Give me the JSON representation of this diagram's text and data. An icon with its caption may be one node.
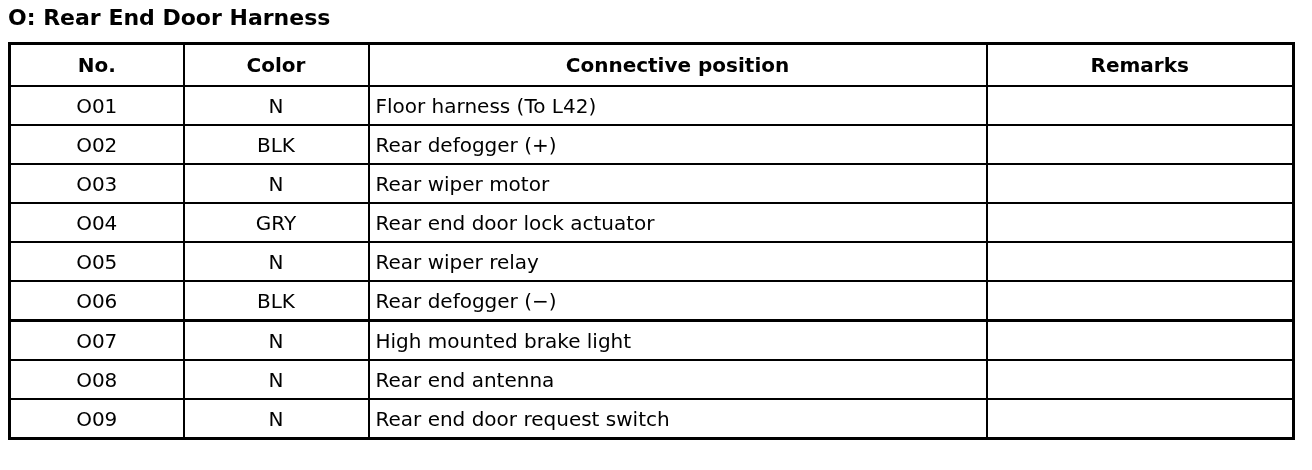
{
  "diagram": {
    "title": "O: Rear End Door Harness",
    "labels": [
      "No.",
      "Color",
      "Connective position",
      "Remarks",
      "O01",
      "N",
      "Floor harness (To L42)",
      "O02",
      "BLK",
      "Rear defogger (+)",
      "O03",
      "N",
      "Rear wiper motor",
      "O04",
      "GRY",
      "Rear end door lock actuator",
      "O05",
      "N",
      "Rear wiper relay",
      "O06",
      "BLK",
      "Rear defogger (−)",
      "O07",
      "N",
      "High mounted brake light",
      "O08",
      "N",
      "Rear end antenna",
      "O09",
      "N",
      "Rear end door request switch"
    ]
  }
}
